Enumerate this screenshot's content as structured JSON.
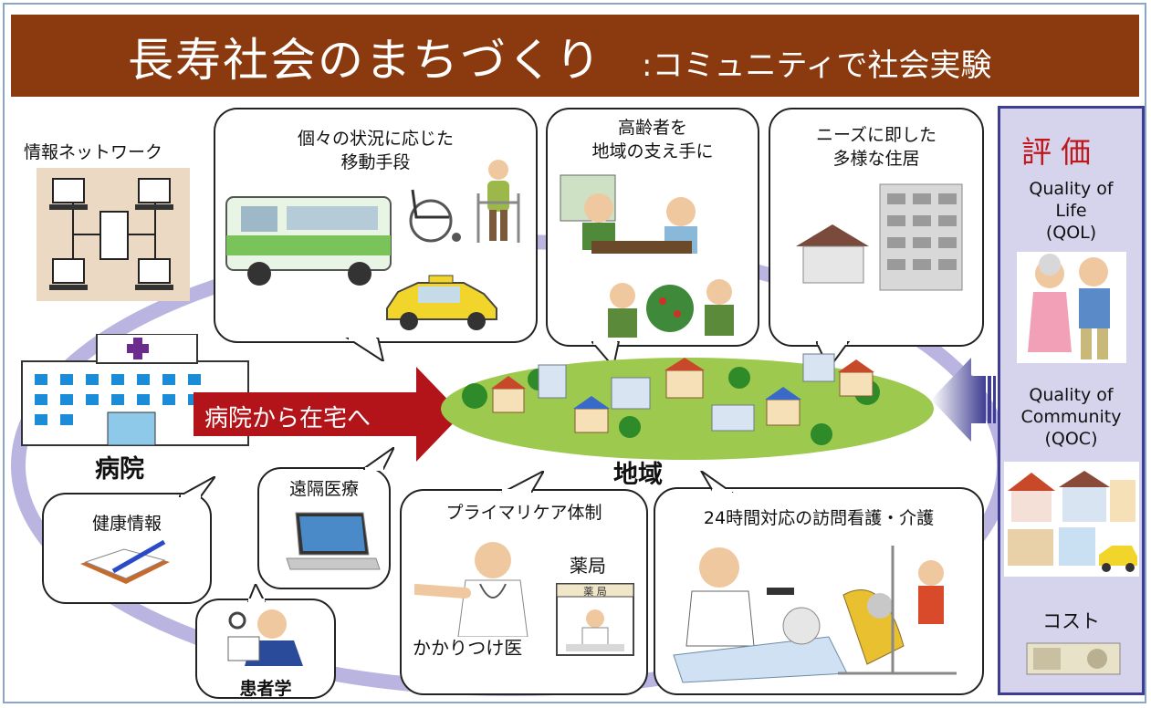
{
  "title": {
    "main": "長寿社会のまちづくり",
    "sub": ":コミュニティで社会実験"
  },
  "info_network": {
    "label": "情報ネットワーク"
  },
  "bubbles": {
    "mobility": "個々の状況に応じた\n移動手段",
    "elderly": "高齢者を\n地域の支え手に",
    "housing": "ニーズに即した\n多様な住居",
    "health_info": "健康情報",
    "telemedicine": "遠隔医療",
    "patient_study": "患者学",
    "primary_care": "プライマリケア体制",
    "home_care": "24時間対応の訪問看護・介護"
  },
  "hospital": {
    "label": "病院"
  },
  "arrow": {
    "label": "病院から在宅へ"
  },
  "region": {
    "label": "地域"
  },
  "primary": {
    "pharmacy": "薬局",
    "pharmacy_sign": "薬 局",
    "gp": "かかりつけ医"
  },
  "evaluation": {
    "title": "評価",
    "qol": "Quality of\nLife\n(QOL)",
    "qoc": "Quality of\nCommunity\n(QOC)",
    "cost": "コスト"
  },
  "colors": {
    "banner": "#8a3a0e",
    "arrow": "#b3141a",
    "panel": "#d6d3ec",
    "ring": "#b9b4e0",
    "cross": "#6b2c8e"
  }
}
